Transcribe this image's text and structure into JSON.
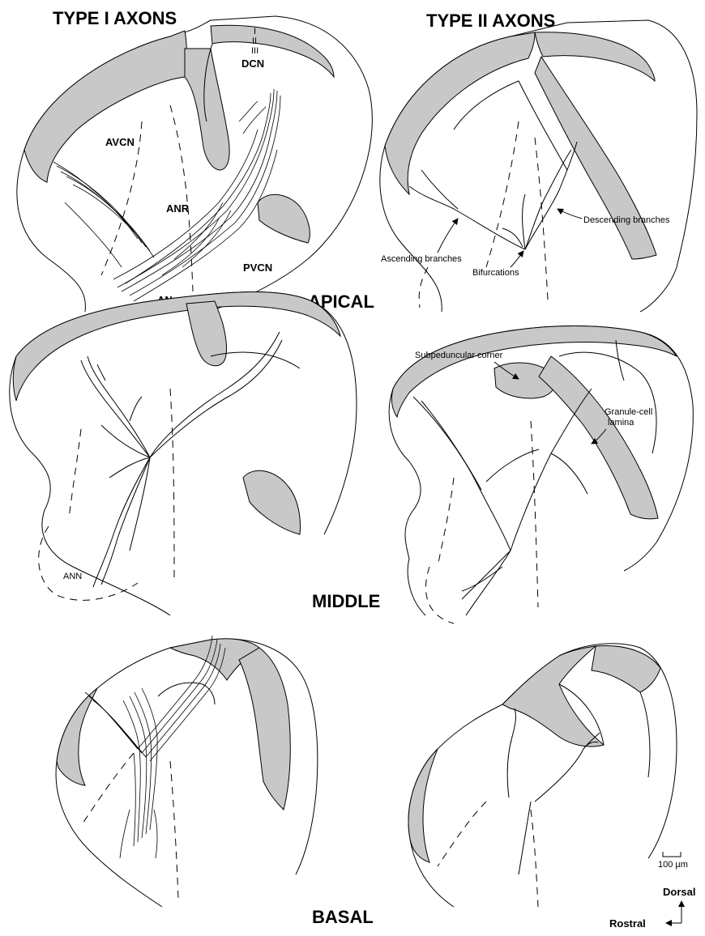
{
  "headers": {
    "type1": "TYPE I AXONS",
    "type2": "TYPE II AXONS"
  },
  "levels": {
    "apical": "APICAL",
    "middle": "MIDDLE",
    "basal": "BASAL"
  },
  "regions": {
    "avcn": "AVCN",
    "anr": "ANR",
    "dcn": "DCN",
    "pvcn": "PVCN",
    "an": "AN",
    "ann": "ANN",
    "layer_i": "I",
    "layer_ii": "II",
    "layer_iii": "III"
  },
  "annotations": {
    "ascending": "Ascending branches",
    "bifurcations": "Bifurcations",
    "descending": "Descending branches",
    "subpeduncular": "Subpeduncular corner",
    "granule_line1": "Granule-cell",
    "granule_line2": "lamina"
  },
  "scale_bar": "100 µm",
  "orientation": {
    "dorsal": "Dorsal",
    "rostral": "Rostral"
  },
  "colors": {
    "band_fill": "#c8c8c8",
    "ink": "#000000",
    "background": "#ffffff"
  }
}
